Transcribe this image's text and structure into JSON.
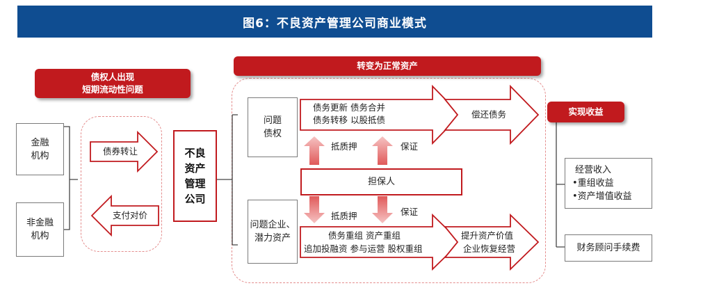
{
  "header": {
    "title": "图6：不良资产管理公司商业模式"
  },
  "creditor_box": {
    "text": "债权人出现\n短期流动性问题"
  },
  "financial_inst": {
    "text": "金融\n机构"
  },
  "nonfinancial_inst": {
    "text": "非金融\n机构"
  },
  "transfer_arrow": {
    "text": "债券转让"
  },
  "payment_arrow": {
    "text": "支付对价"
  },
  "amc_box": {
    "text": "不良\n资产\n管理\n公司"
  },
  "normal_asset_banner": {
    "text": "转变为正常资产"
  },
  "problem_debt": {
    "text": "问题\n债权"
  },
  "problem_enterprise": {
    "text": "问题企业、\n潜力资产"
  },
  "upper_flow": {
    "line1": "债务更新    债务合并",
    "line2": "债务转移    以股抵债",
    "result": "偿还债务"
  },
  "guarantor": {
    "text": "担保人"
  },
  "labels": {
    "pledge_upper": "抵质押",
    "guarantee_upper": "保证",
    "pledge_lower": "抵质押",
    "guarantee_lower": "保证"
  },
  "lower_flow": {
    "line1": "债务重组 资产重组",
    "line2": "追加投融资 参与运营 股权重组",
    "result_line1": "提升资产价值",
    "result_line2": "企业恢复经营"
  },
  "realized_income": {
    "text": "实现收益"
  },
  "operating_income": {
    "title": "经营收入",
    "item1": "•重组收益",
    "item2": "•资产增值收益"
  },
  "advisory_fee": {
    "text": "财务顾问手续费"
  }
}
